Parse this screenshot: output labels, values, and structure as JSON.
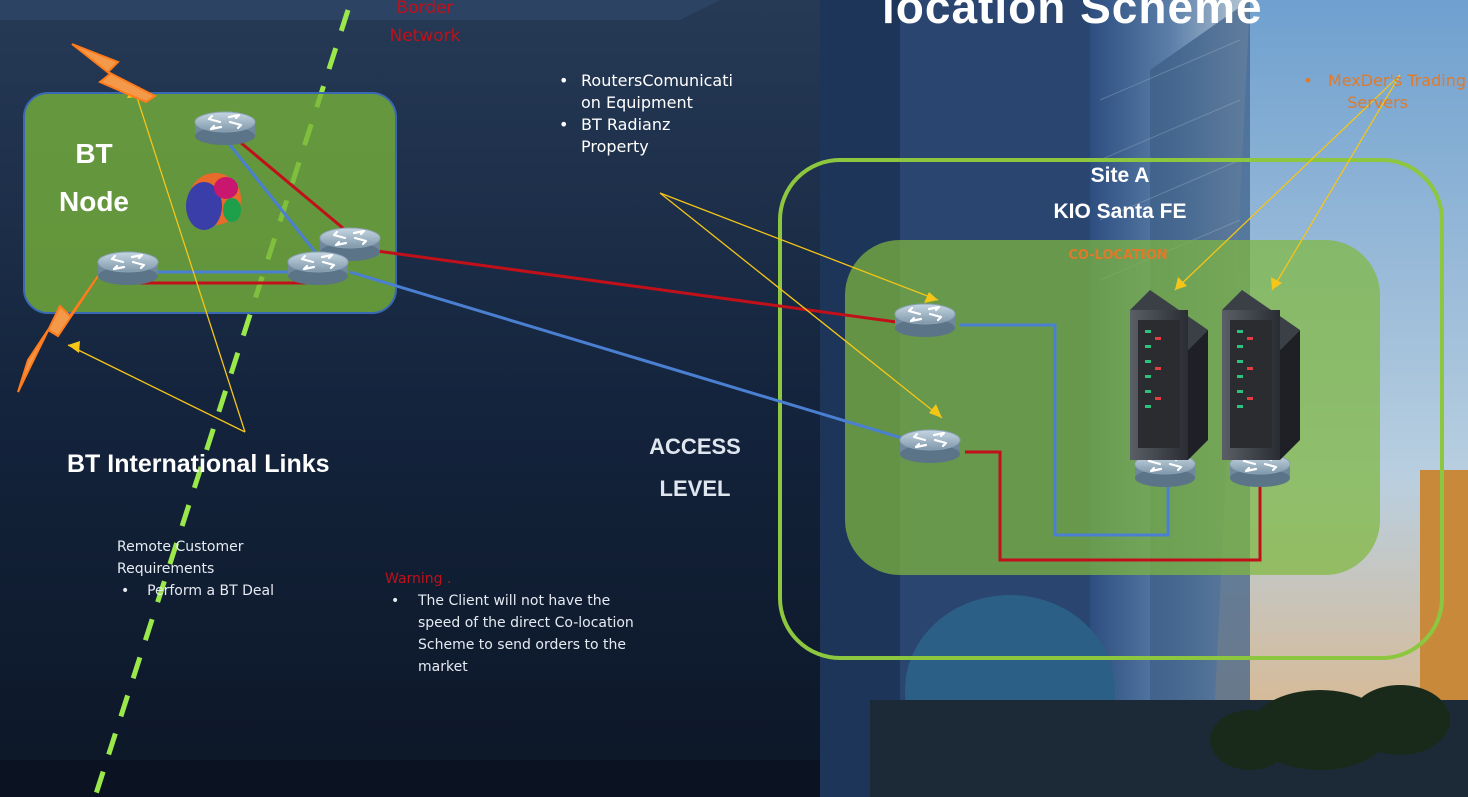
{
  "title": "location Scheme",
  "border_network": {
    "line1": "Border",
    "line2": "Network"
  },
  "bt_node": {
    "line1": "BT",
    "line2": "Node"
  },
  "site_a": {
    "line1": "Site A",
    "line2": "KIO Santa FE"
  },
  "colocation_label": "CO-LOCATION",
  "servers_label": {
    "line1": "MexDer's Trading",
    "line2": "Servers"
  },
  "routers_notes": {
    "item1": {
      "line1": "RoutersComunicati",
      "line2": "on Equipment"
    },
    "item2": {
      "line1": "BT Radianz",
      "line2": "Property"
    }
  },
  "access_level": {
    "line1": "ACCESS",
    "line2": "LEVEL"
  },
  "intl_links": "BT International Links",
  "remote": {
    "line1": "Remote Customer",
    "line2": "Requirements",
    "bullet": "Perform a BT Deal"
  },
  "warning": {
    "heading": "Warning .",
    "line1": "The Client will not have the",
    "line2": "speed of the direct Co-location",
    "line3": "Scheme to send orders to the",
    "line4": "market"
  },
  "colors": {
    "red_link": "#c0101a",
    "blue_link": "#4a7fd1",
    "callout": "#f5c518",
    "green_border": "#8dc63f",
    "dash": "#9be84a"
  },
  "icons": [
    "router-icon",
    "server-rack-icon",
    "lightning-icon",
    "bt-logo-icon"
  ]
}
